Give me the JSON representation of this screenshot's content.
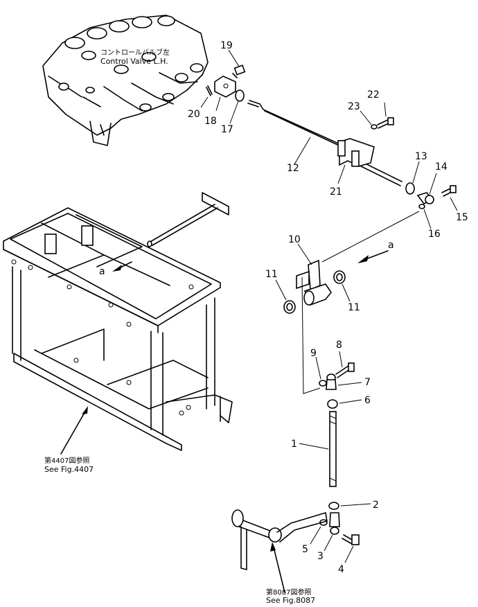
{
  "callouts": {
    "c1": "1",
    "c2": "2",
    "c3": "3",
    "c4": "4",
    "c5": "5",
    "c6": "6",
    "c7": "7",
    "c8": "8",
    "c9": "9",
    "c10": "10",
    "c11a": "11",
    "c11b": "11",
    "c12": "12",
    "c13": "13",
    "c14": "14",
    "c15": "15",
    "c16": "16",
    "c17": "17",
    "c18": "18",
    "c19": "19",
    "c20": "20",
    "c21": "21",
    "c22": "22",
    "c23": "23"
  },
  "view_marker": {
    "a_right": "a",
    "a_left": "a"
  },
  "control_valve": {
    "jp": "コントロールバルブ左",
    "en": "Control Valve L.H."
  },
  "frame_ref": {
    "jp": "第4407図参照",
    "en": "See Fig.4407"
  },
  "pedal_ref": {
    "jp": "第8087図参照",
    "en": "See Fig.8087"
  }
}
